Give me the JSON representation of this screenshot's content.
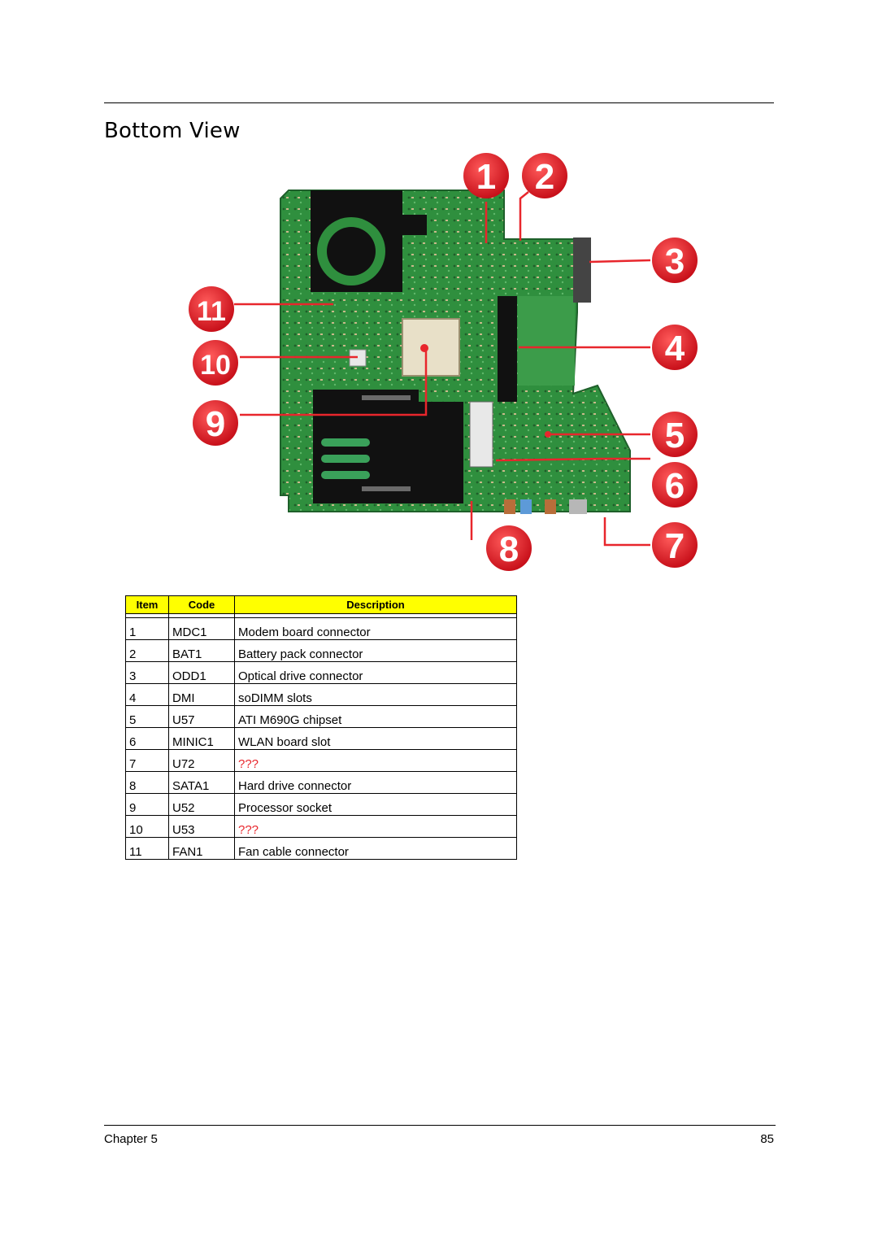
{
  "page": {
    "title": "Bottom View",
    "footer_left": "Chapter 5",
    "footer_right": "85"
  },
  "figure": {
    "callouts": [
      "1",
      "2",
      "3",
      "4",
      "5",
      "6",
      "7",
      "8",
      "9",
      "10",
      "11"
    ]
  },
  "table": {
    "headers": {
      "item": "Item",
      "code": "Code",
      "description": "Description"
    },
    "rows": [
      {
        "item": "1",
        "code": "MDC1",
        "description": "Modem board connector"
      },
      {
        "item": "2",
        "code": "BAT1",
        "description": "Battery pack connector"
      },
      {
        "item": "3",
        "code": "ODD1",
        "description": "Optical drive connector"
      },
      {
        "item": "4",
        "code": "DMI",
        "description": "soDIMM slots"
      },
      {
        "item": "5",
        "code": "U57",
        "description": "ATI M690G chipset"
      },
      {
        "item": "6",
        "code": "MINIC1",
        "description": "WLAN board slot"
      },
      {
        "item": "7",
        "code": "U72",
        "description": "???"
      },
      {
        "item": "8",
        "code": "SATA1",
        "description": "Hard drive connector"
      },
      {
        "item": "9",
        "code": "U52",
        "description": "Processor socket"
      },
      {
        "item": "10",
        "code": "U53",
        "description": "???"
      },
      {
        "item": "11",
        "code": "FAN1",
        "description": "Fan cable connector"
      }
    ]
  },
  "colors": {
    "callout": "#e8262c",
    "header_fill": "#ffff00",
    "board": "#2e8a3c",
    "unknown_text": "#e8262c"
  }
}
